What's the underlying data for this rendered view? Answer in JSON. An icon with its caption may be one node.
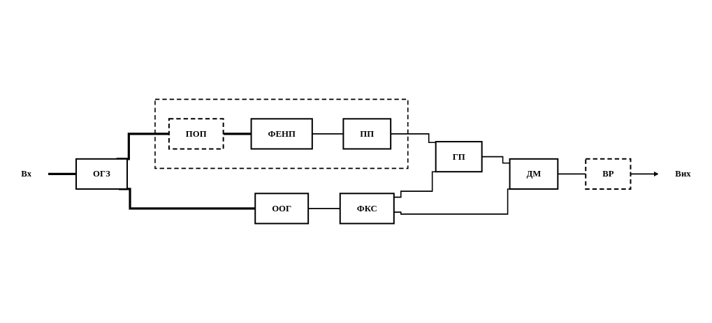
{
  "diagram": {
    "nodes": [
      {
        "text": [
          "Вх"
        ]
      },
      {
        "text": [
          "ОГЗ"
        ]
      },
      {
        "text": [],
        "shape": "box"
      },
      {
        "text": [
          "ПОП"
        ],
        "in": 2
      },
      {
        "text": [
          "ФЕНП"
        ],
        "in": 2
      },
      {
        "text": [
          "ПП"
        ],
        "in": 2
      },
      {
        "text": [
          "ООГ"
        ]
      },
      {
        "text": [
          "ГП"
        ]
      },
      {
        "text": [
          "ДМ"
        ]
      },
      {
        "text": [
          "ВР"
        ]
      },
      {
        "text": [
          "Вих"
        ]
      },
      {
        "text": [
          "ФКС"
        ]
      }
    ],
    "edges": [
      {
        "from": 0,
        "to": 1,
        "arrow": "none",
        "style": "thick"
      },
      {
        "from": 1,
        "to": 3,
        "arrow": "none",
        "style": "thick"
      },
      {
        "from": 3,
        "to": 4,
        "arrow": "none",
        "style": "thick"
      },
      {
        "from": 4,
        "to": 5,
        "arrow": "none"
      },
      {
        "from": 1,
        "to": 6,
        "arrow": "none",
        "style": "thick"
      },
      {
        "from": 5,
        "to": 7,
        "arrow": "none"
      },
      {
        "from": 7,
        "to": 8,
        "arrow": "none"
      },
      {
        "from": 8,
        "to": 9,
        "arrow": "none"
      },
      {
        "from": 9,
        "to": 10,
        "arrow": "to"
      },
      {
        "from": 6,
        "to": 11,
        "arrow": "none"
      },
      {
        "from": 11,
        "to": 7,
        "arrow": "none"
      },
      {
        "from": 11,
        "to": 8,
        "arrow": "none"
      }
    ]
  }
}
